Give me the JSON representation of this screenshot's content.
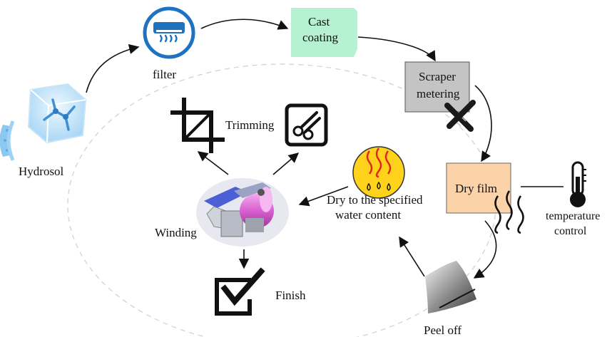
{
  "nodes": {
    "hydrosol": "Hydrosol",
    "filter": "filter",
    "cast_coating": [
      "Cast",
      "coating"
    ],
    "scraper_metering": [
      "Scraper",
      "metering"
    ],
    "dry_film": "Dry film",
    "temperature_control": [
      "temperature",
      "control"
    ],
    "peel_off": "Peel off",
    "dry_to_water": [
      "Dry to the specified",
      "water content"
    ],
    "winding": "Winding",
    "trimming": "Trimming",
    "finish": "Finish"
  },
  "colors": {
    "cast_coating_fill": "#b6f2d2",
    "scraper_fill": "#c4c4c4",
    "dry_film_fill": "#fcd3a8",
    "filter_ring": "#1f72bf",
    "filter_icon": "#1f72bf",
    "heat_circle": "#ffd21c",
    "heat_waves": "#e3221c",
    "hydrosol_blue": "#8cc8f0",
    "winding_roll": "#e07ad6",
    "arrow": "#111111"
  },
  "icons": {
    "hydrosol": "molecule-cube-icon",
    "filter": "air-conditioner-icon",
    "scraper": "crossed-tools-icon",
    "dry_film": "heat-waves-icon",
    "temperature_control": "thermometer-icon",
    "peel_off": "peeled-film-icon",
    "dry_to_water": "heat-drops-icon",
    "winding": "winding-machine-icon",
    "trimming": "crop-icon",
    "cutting": "scissors-icon",
    "finish": "checkbox-icon"
  }
}
